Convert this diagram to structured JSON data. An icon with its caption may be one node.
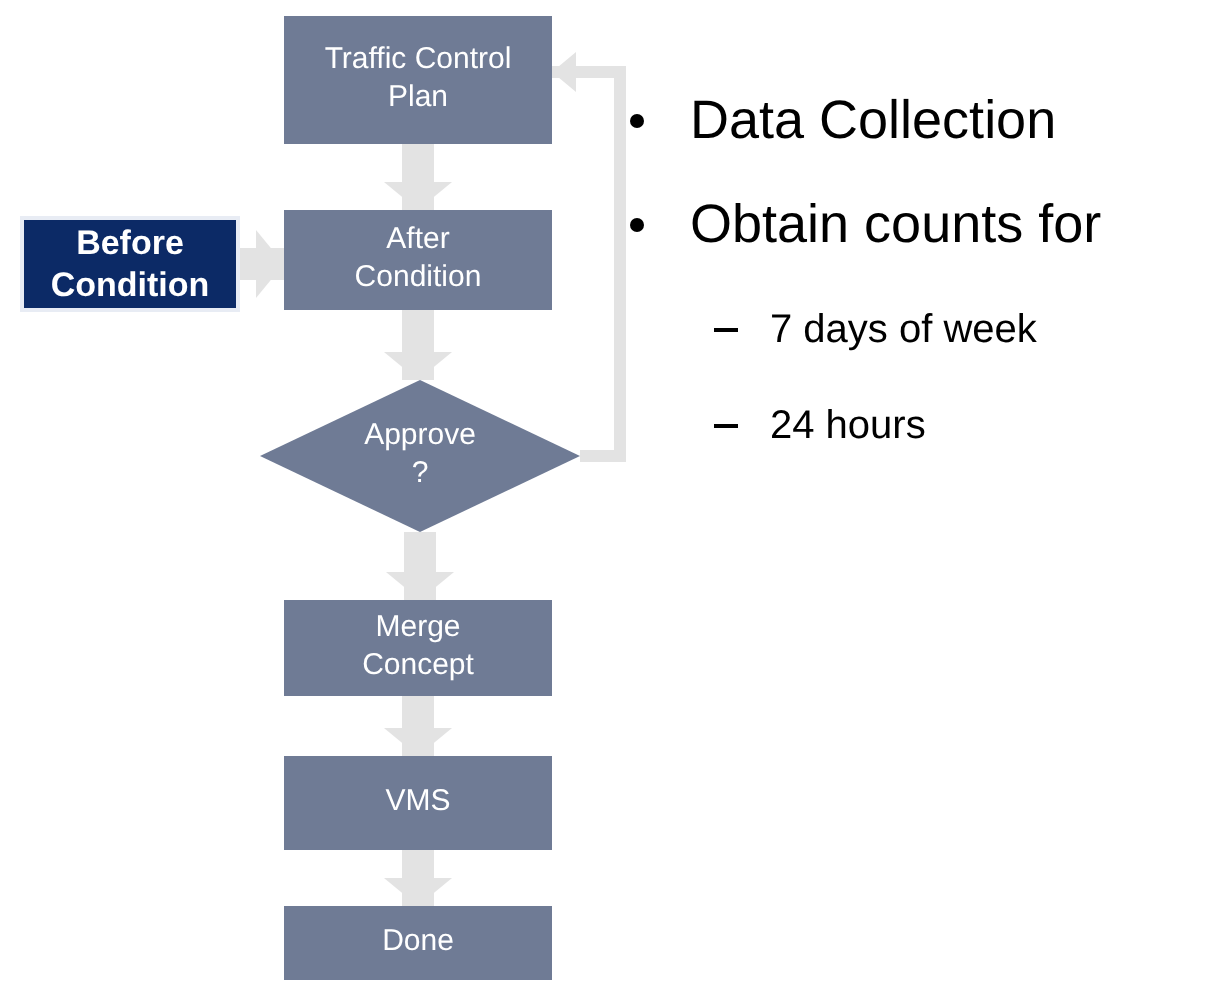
{
  "diagram": {
    "nodes": [
      {
        "text": [
          "Traffic Control Plan"
        ]
      },
      {
        "text": [
          "Before Condition"
        ]
      },
      {
        "text": [
          "After Condition"
        ]
      },
      {
        "text": [
          "Approve ?"
        ]
      },
      {
        "text": [
          "Merge Concept"
        ]
      },
      {
        "text": [
          "VMS"
        ]
      },
      {
        "text": [
          "Done"
        ]
      }
    ],
    "edges": [
      {
        "from": 0,
        "to": 2,
        "arrow": "to"
      },
      {
        "from": 1,
        "to": 2,
        "arrow": "to"
      },
      {
        "from": 2,
        "to": 3,
        "arrow": "to"
      },
      {
        "from": 3,
        "to": 4,
        "arrow": "to"
      },
      {
        "from": 4,
        "to": 5,
        "arrow": "to"
      },
      {
        "from": 5,
        "to": 6,
        "arrow": "to"
      },
      {
        "from": 3,
        "to": 0,
        "arrow": "to"
      }
    ],
    "labels": [
      "Data Collection",
      "Obtain counts for",
      "7 days of week",
      "24 hours"
    ]
  }
}
